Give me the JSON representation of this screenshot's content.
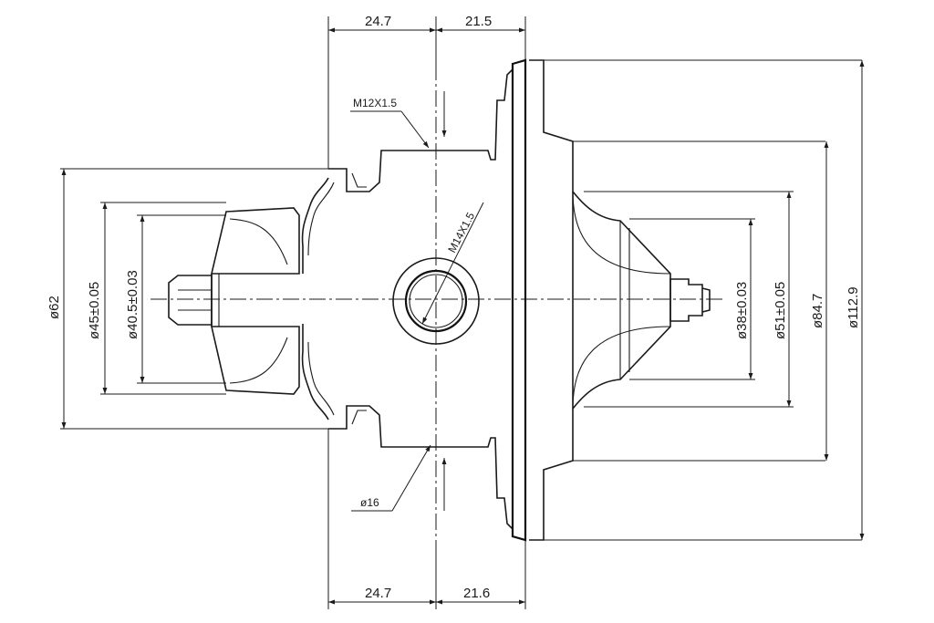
{
  "drawing": {
    "dims_top": {
      "left": "24.7",
      "right": "21.5"
    },
    "dims_bottom": {
      "left": "24.7",
      "right": "21.6"
    },
    "threads": {
      "top": "M12X1.5",
      "center": "M14X1.5",
      "bore": "ø16"
    },
    "diameters_left": {
      "outer": "ø62",
      "middle": "ø45±0.05",
      "inner": "ø40.5±0.03"
    },
    "diameters_right": {
      "d1": "ø38±0.03",
      "d2": "ø51±0.05",
      "d3": "ø84.7",
      "d4": "ø112.9"
    }
  }
}
